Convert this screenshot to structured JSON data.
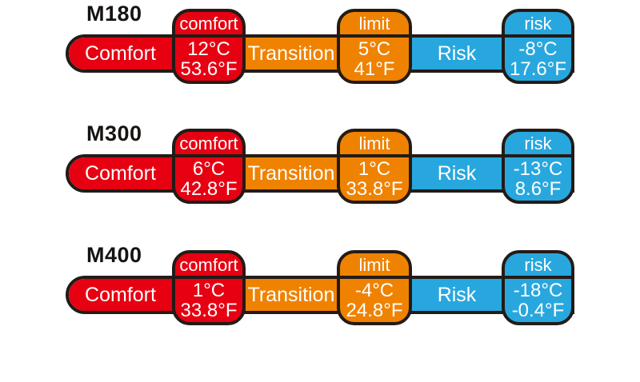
{
  "zone_labels": {
    "comfort": "Comfort",
    "transition": "Transition",
    "risk": "Risk"
  },
  "rows": [
    {
      "model": "M180",
      "comfort_tag": {
        "label": "comfort",
        "celsius": "12°C",
        "fahrenheit": "53.6°F"
      },
      "limit_tag": {
        "label": "limit",
        "celsius": "5°C",
        "fahrenheit": "41°F"
      },
      "risk_tag": {
        "label": "risk",
        "celsius": "-8°C",
        "fahrenheit": "17.6°F"
      }
    },
    {
      "model": "M300",
      "comfort_tag": {
        "label": "comfort",
        "celsius": "6°C",
        "fahrenheit": "42.8°F"
      },
      "limit_tag": {
        "label": "limit",
        "celsius": "1°C",
        "fahrenheit": "33.8°F"
      },
      "risk_tag": {
        "label": "risk",
        "celsius": "-13°C",
        "fahrenheit": "8.6°F"
      }
    },
    {
      "model": "M400",
      "comfort_tag": {
        "label": "comfort",
        "celsius": "1°C",
        "fahrenheit": "33.8°F"
      },
      "limit_tag": {
        "label": "limit",
        "celsius": "-4°C",
        "fahrenheit": "24.8°F"
      },
      "risk_tag": {
        "label": "risk",
        "celsius": "-18°C",
        "fahrenheit": "-0.4°F"
      }
    }
  ],
  "colors": {
    "comfort_red": "#e60012",
    "transition_orange": "#ef8200",
    "risk_blue": "#28a7de",
    "outline_black": "#231b17",
    "text_white": "#ffffff",
    "background": "#ffffff"
  },
  "chart_data": {
    "type": "table",
    "categories": [
      "M180",
      "M300",
      "M400"
    ],
    "zones": [
      "Comfort",
      "Transition",
      "Risk"
    ],
    "series": [
      {
        "name": "comfort",
        "values_celsius": [
          12,
          6,
          1
        ],
        "values_fahrenheit": [
          53.6,
          42.8,
          33.8
        ]
      },
      {
        "name": "limit",
        "values_celsius": [
          5,
          1,
          -4
        ],
        "values_fahrenheit": [
          41,
          33.8,
          24.8
        ]
      },
      {
        "name": "risk",
        "values_celsius": [
          -8,
          -13,
          -18
        ],
        "values_fahrenheit": [
          17.6,
          8.6,
          -0.4
        ]
      }
    ],
    "layout": "three horizontal zone bars (red comfort, orange transition, blue risk) with rounded temperature tag boxes at zone boundaries"
  }
}
